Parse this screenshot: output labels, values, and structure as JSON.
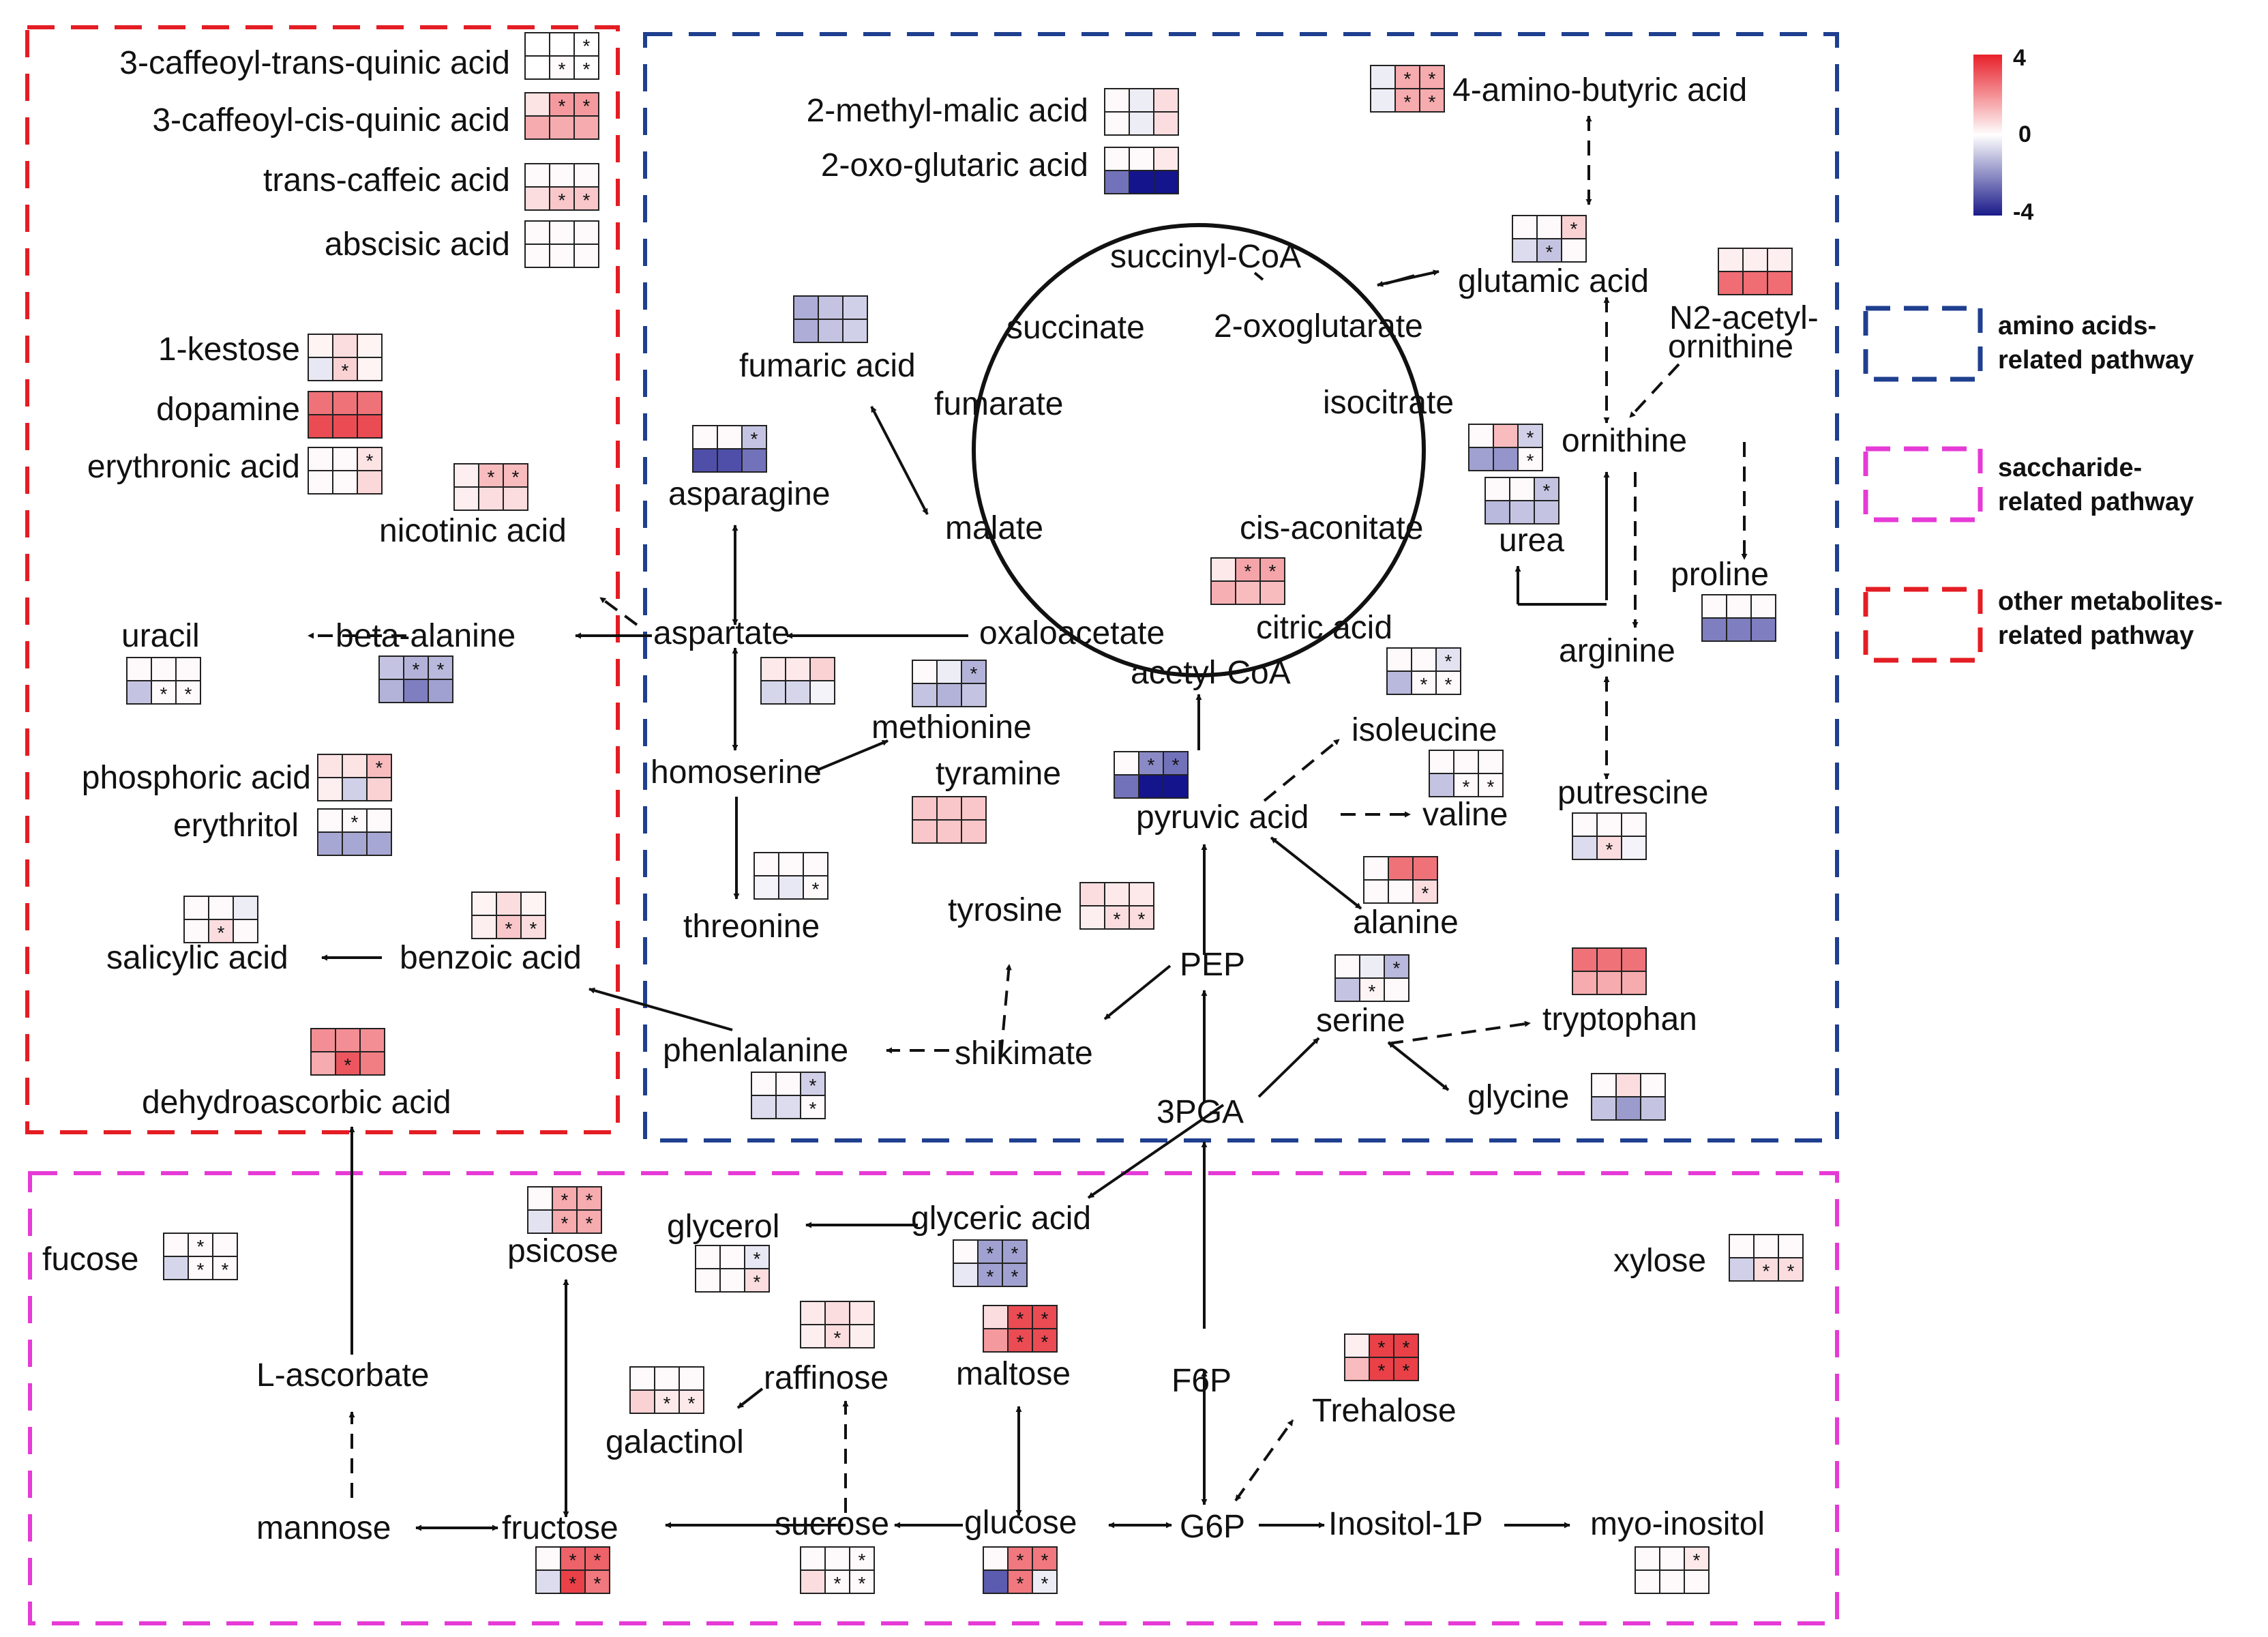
{
  "scale": {
    "max": "4",
    "mid": "0",
    "min": "-4"
  },
  "legend": {
    "amino": "amino acids-related pathway",
    "amino_l1": "amino acids-",
    "amino_l2": "related pathway",
    "sac_l1": "saccharide-",
    "sac_l2": "related pathway",
    "other_l1": "other metabolites-",
    "other_l2": "related pathway",
    "colors": {
      "amino": "#1f3f8f",
      "saccharide": "#e63ad6",
      "other": "#e41d24"
    }
  },
  "nodes": {
    "caffeoyl_trans": {
      "label": "3-caffeoyl-trans-quinic acid",
      "cells": [
        0,
        0,
        0,
        0,
        0.1,
        0
      ],
      "stars": [
        0,
        0,
        1,
        0,
        1,
        1
      ]
    },
    "caffeoyl_cis": {
      "label": "3-caffeoyl-cis-quinic acid",
      "cells": [
        0.5,
        1.8,
        1.8,
        1.5,
        1.5,
        1.5
      ],
      "stars": [
        0,
        1,
        1,
        0,
        0,
        0
      ]
    },
    "trans_caffeic": {
      "label": "trans-caffeic acid",
      "cells": [
        0.1,
        0.1,
        0.1,
        0.6,
        1,
        1
      ],
      "stars": [
        0,
        0,
        0,
        0,
        1,
        1
      ]
    },
    "abscisic": {
      "label": "abscisic acid",
      "cells": [
        0.1,
        0.1,
        0.1,
        0.1,
        0.1,
        0.1
      ],
      "stars": [
        0,
        0,
        0,
        0,
        0,
        0
      ]
    },
    "kestose": {
      "label": "1-kestose",
      "cells": [
        0.2,
        0.6,
        0.2,
        -0.4,
        0.8,
        0.2
      ],
      "stars": [
        0,
        0,
        0,
        0,
        1,
        0
      ]
    },
    "dopamine": {
      "label": "dopamine",
      "cells": [
        2.5,
        2.5,
        2.5,
        3.2,
        3.2,
        3.2
      ],
      "stars": [
        0,
        0,
        0,
        0,
        0,
        0
      ]
    },
    "erythronic": {
      "label": "erythronic acid",
      "cells": [
        0.1,
        0.1,
        0.5,
        0.1,
        0.1,
        0.7
      ],
      "stars": [
        0,
        0,
        1,
        0,
        0,
        0
      ]
    },
    "nicotinic": {
      "label": "nicotinic acid",
      "cells": [
        0.3,
        1.2,
        1.2,
        0.3,
        0.6,
        0.6
      ],
      "stars": [
        0,
        1,
        1,
        0,
        0,
        0
      ]
    },
    "uracil": {
      "label": "uracil",
      "cells": [
        0.1,
        0.1,
        0.1,
        -1,
        0.1,
        0.1
      ],
      "stars": [
        0,
        0,
        0,
        0,
        1,
        1
      ]
    },
    "beta_alanine": {
      "label": "beta-alanine",
      "cells": [
        -1,
        -1.3,
        -1.2,
        -1.3,
        -2.2,
        -1.6
      ],
      "stars": [
        0,
        1,
        1,
        0,
        0,
        0
      ]
    },
    "phosphoric": {
      "label": "phosphoric acid",
      "cells": [
        0.5,
        0.5,
        1.2,
        0.3,
        -0.8,
        0.8
      ],
      "stars": [
        0,
        0,
        1,
        0,
        0,
        0
      ]
    },
    "erythritol": {
      "label": "erythritol",
      "cells": [
        0.1,
        0.1,
        0.1,
        -1.5,
        -1.5,
        -1.5
      ],
      "stars": [
        0,
        1,
        0,
        0,
        0,
        0
      ]
    },
    "salicylic": {
      "label": "salicylic acid",
      "cells": [
        0.1,
        0.1,
        -0.3,
        0.1,
        0.6,
        0.1
      ],
      "stars": [
        0,
        0,
        0,
        0,
        1,
        0
      ]
    },
    "benzoic": {
      "label": "benzoic acid",
      "cells": [
        0.2,
        0.6,
        0.2,
        0.3,
        1,
        0.6
      ],
      "stars": [
        0,
        0,
        0,
        0,
        1,
        1
      ]
    },
    "dehydroascorbic": {
      "label": "dehydroascorbic acid",
      "cells": [
        2,
        2,
        2,
        1.5,
        3,
        2.3
      ],
      "stars": [
        0,
        0,
        0,
        0,
        1,
        0
      ]
    },
    "methyl_malic": {
      "label": "2-methyl-malic acid",
      "cells": [
        0.1,
        -0.3,
        0.6,
        0.1,
        -0.3,
        0.6
      ],
      "stars": [
        0,
        0,
        0,
        0,
        0,
        0
      ]
    },
    "oxoglutaric": {
      "label": "2-oxo-glutaric acid",
      "cells": [
        0.1,
        0.1,
        0.4,
        -2.4,
        -4,
        -4
      ],
      "stars": [
        0,
        0,
        0,
        0,
        0,
        0
      ]
    },
    "fumaric": {
      "label": "fumaric acid",
      "cells": [
        -1.4,
        -1,
        -0.8,
        -1.4,
        -1,
        -0.8
      ],
      "stars": [
        0,
        0,
        0,
        0,
        0,
        0
      ]
    },
    "asparagine": {
      "label": "asparagine",
      "cells": [
        0.1,
        0.1,
        -1,
        -3,
        -3,
        -2.4
      ],
      "stars": [
        0,
        0,
        1,
        0,
        0,
        0
      ]
    },
    "aspartate": {
      "label": "aspartate",
      "cells": [
        0.4,
        0.4,
        0.8,
        -0.7,
        -0.7,
        -0.2
      ],
      "stars": [
        0,
        0,
        0,
        0,
        0,
        0
      ]
    },
    "methionine": {
      "label": "methionine",
      "cells": [
        0.1,
        -0.3,
        -1.3,
        -1,
        -1.3,
        -1
      ],
      "stars": [
        0,
        0,
        1,
        0,
        0,
        0
      ]
    },
    "threonine": {
      "label": "threonine",
      "cells": [
        0.1,
        0.1,
        0.1,
        -0.2,
        -0.4,
        0.1
      ],
      "stars": [
        0,
        0,
        0,
        0,
        0,
        1
      ]
    },
    "tyramine": {
      "label": "tyramine",
      "cells": [
        1,
        1,
        1,
        1,
        1,
        1
      ],
      "stars": [
        0,
        0,
        0,
        0,
        0,
        0
      ]
    },
    "tyrosine": {
      "label": "tyrosine",
      "cells": [
        0.6,
        0.4,
        0.4,
        0.3,
        0.6,
        0.6
      ],
      "stars": [
        0,
        0,
        0,
        0,
        1,
        1
      ]
    },
    "citric": {
      "label": "citric acid",
      "cells": [
        0.4,
        1.6,
        1.6,
        1.4,
        1.2,
        1.2
      ],
      "stars": [
        0,
        1,
        1,
        0,
        0,
        0
      ]
    },
    "pyruvic": {
      "label": "pyruvic acid",
      "cells": [
        0.1,
        -2,
        -2.4,
        -2.4,
        -4,
        -4
      ],
      "stars": [
        0,
        1,
        1,
        0,
        0,
        0
      ]
    },
    "amino_butyric": {
      "label": "4-amino-butyric acid",
      "cells": [
        -0.3,
        1.5,
        1.5,
        -0.3,
        1.5,
        1.5
      ],
      "stars": [
        0,
        1,
        1,
        0,
        1,
        1
      ]
    },
    "glutamic": {
      "label": "glutamic acid",
      "cells": [
        0.1,
        0.1,
        0.8,
        -0.6,
        -1,
        0.1
      ],
      "stars": [
        0,
        0,
        1,
        0,
        1,
        0
      ]
    },
    "n2_acetyl": {
      "label": "N2-acetyl-ornithine",
      "label_l1": "N2-acetyl-",
      "label_l2": "ornithine",
      "cells": [
        0.3,
        0.3,
        0.3,
        2.6,
        2.6,
        2.6
      ],
      "stars": [
        0,
        0,
        0,
        0,
        0,
        0
      ]
    },
    "ornithine": {
      "label": "ornithine",
      "cells": [
        0.1,
        1.2,
        -0.8,
        -1.6,
        -1.8,
        0.1
      ],
      "stars": [
        0,
        0,
        1,
        0,
        0,
        1
      ]
    },
    "urea": {
      "label": "urea",
      "cells": [
        0.1,
        0.1,
        -1,
        -1.2,
        -1,
        -1
      ],
      "stars": [
        0,
        0,
        1,
        0,
        0,
        0
      ]
    },
    "proline": {
      "label": "proline",
      "cells": [
        0.1,
        0.1,
        0.1,
        -2.2,
        -2.2,
        -2.2
      ],
      "stars": [
        0,
        0,
        0,
        0,
        0,
        0
      ]
    },
    "isoleucine": {
      "label": "isoleucine",
      "cells": [
        0.1,
        0.1,
        -0.5,
        -1.2,
        0.1,
        0.1
      ],
      "stars": [
        0,
        0,
        1,
        0,
        1,
        1
      ]
    },
    "valine": {
      "label": "valine",
      "cells": [
        0.1,
        0.1,
        0.1,
        -1,
        0.1,
        0.1
      ],
      "stars": [
        0,
        0,
        0,
        0,
        1,
        1
      ]
    },
    "putrescine": {
      "label": "putrescine",
      "cells": [
        0.1,
        0.1,
        0.1,
        -0.6,
        0.6,
        -0.2
      ],
      "stars": [
        0,
        0,
        0,
        0,
        1,
        0
      ]
    },
    "alanine": {
      "label": "alanine",
      "cells": [
        0.1,
        2.5,
        2.5,
        0.1,
        0.1,
        0.6
      ],
      "stars": [
        0,
        0,
        0,
        0,
        0,
        1
      ]
    },
    "serine": {
      "label": "serine",
      "cells": [
        0.1,
        -0.3,
        -1.2,
        -1,
        0.2,
        0.1
      ],
      "stars": [
        0,
        0,
        1,
        0,
        1,
        0
      ]
    },
    "tryptophan": {
      "label": "tryptophan",
      "cells": [
        2.5,
        2.5,
        2.5,
        1.5,
        1.5,
        1.5
      ],
      "stars": [
        0,
        0,
        0,
        0,
        0,
        0
      ]
    },
    "glycine": {
      "label": "glycine",
      "cells": [
        0.1,
        0.6,
        0.1,
        -1,
        -1.7,
        -1
      ],
      "stars": [
        0,
        0,
        0,
        0,
        0,
        0
      ]
    },
    "phenylalanine": {
      "label": "phenlalanine",
      "cells": [
        0.1,
        0.1,
        -0.8,
        -0.6,
        -0.6,
        0.1
      ],
      "stars": [
        0,
        0,
        1,
        0,
        0,
        1
      ]
    },
    "fucose": {
      "label": "fucose",
      "cells": [
        0.1,
        0.1,
        0.1,
        -0.7,
        0.1,
        0.1
      ],
      "stars": [
        0,
        1,
        0,
        0,
        1,
        1
      ]
    },
    "psicose": {
      "label": "psicose",
      "cells": [
        0.1,
        1.5,
        1.5,
        -0.5,
        1.5,
        1.5
      ],
      "stars": [
        0,
        1,
        1,
        0,
        1,
        1
      ]
    },
    "glycerol": {
      "label": "glycerol",
      "cells": [
        0.1,
        0.1,
        -0.4,
        0.1,
        0.1,
        0.6
      ],
      "stars": [
        0,
        0,
        1,
        0,
        0,
        1
      ]
    },
    "glyceric": {
      "label": "glyceric acid",
      "cells": [
        0.1,
        -1.6,
        -1.6,
        -0.4,
        -1.6,
        -1.6
      ],
      "stars": [
        0,
        1,
        1,
        0,
        1,
        1
      ]
    },
    "xylose": {
      "label": "xylose",
      "cells": [
        0.1,
        0.1,
        0.1,
        -0.8,
        0.6,
        0.6
      ],
      "stars": [
        0,
        0,
        0,
        0,
        1,
        1
      ]
    },
    "raffinose": {
      "label": "raffinose",
      "cells": [
        0.4,
        0.6,
        0.4,
        0.3,
        0.6,
        0.3
      ],
      "stars": [
        0,
        0,
        0,
        0,
        1,
        0
      ]
    },
    "maltose": {
      "label": "maltose",
      "cells": [
        0.6,
        3.2,
        3.2,
        1.8,
        3.2,
        3.2
      ],
      "stars": [
        0,
        1,
        1,
        0,
        1,
        1
      ]
    },
    "galactinol": {
      "label": "galactinol",
      "cells": [
        0.1,
        0.1,
        0.1,
        0.8,
        0.4,
        0.4
      ],
      "stars": [
        0,
        0,
        0,
        0,
        1,
        1
      ]
    },
    "trehalose": {
      "label": "Trehalose",
      "cells": [
        0.3,
        3.4,
        3.4,
        1.2,
        3.4,
        3.4
      ],
      "stars": [
        0,
        1,
        1,
        0,
        1,
        1
      ]
    },
    "fructose": {
      "label": "fructose",
      "cells": [
        0.1,
        2.8,
        2.8,
        -0.6,
        3.4,
        2.4
      ],
      "stars": [
        0,
        1,
        1,
        0,
        1,
        1
      ]
    },
    "sucrose": {
      "label": "sucrose",
      "cells": [
        0.1,
        0.1,
        0.1,
        0.6,
        0.1,
        0.1
      ],
      "stars": [
        0,
        0,
        1,
        0,
        1,
        1
      ]
    },
    "glucose": {
      "label": "glucose",
      "cells": [
        0.1,
        2.4,
        2.4,
        -2.8,
        2.4,
        -0.3
      ],
      "stars": [
        0,
        1,
        1,
        0,
        1,
        1
      ]
    },
    "myo_inositol": {
      "label": "myo-inositol",
      "cells": [
        0.1,
        0.1,
        0.4,
        0.1,
        0.1,
        0.1
      ],
      "stars": [
        0,
        0,
        1,
        0,
        0,
        0
      ]
    }
  },
  "labels": {
    "succinyl_coa": "succinyl-CoA",
    "succinate": "succinate",
    "oxoglutarate": "2-oxoglutarate",
    "fumarate": "fumarate",
    "isocitrate": "isocitrate",
    "malate": "malate",
    "cis_aconitate": "cis-aconitate",
    "oxaloacetate": "oxaloacetate",
    "acetyl_coa": "acetyl-CoA",
    "homoserine": "homoserine",
    "arginine": "arginine",
    "shikimate": "shikimate",
    "pep": "PEP",
    "pga": "3PGA",
    "f6p": "F6P",
    "g6p": "G6P",
    "inositol_1p": "Inositol-1P",
    "l_ascorbate": "L-ascorbate",
    "mannose": "mannose"
  }
}
